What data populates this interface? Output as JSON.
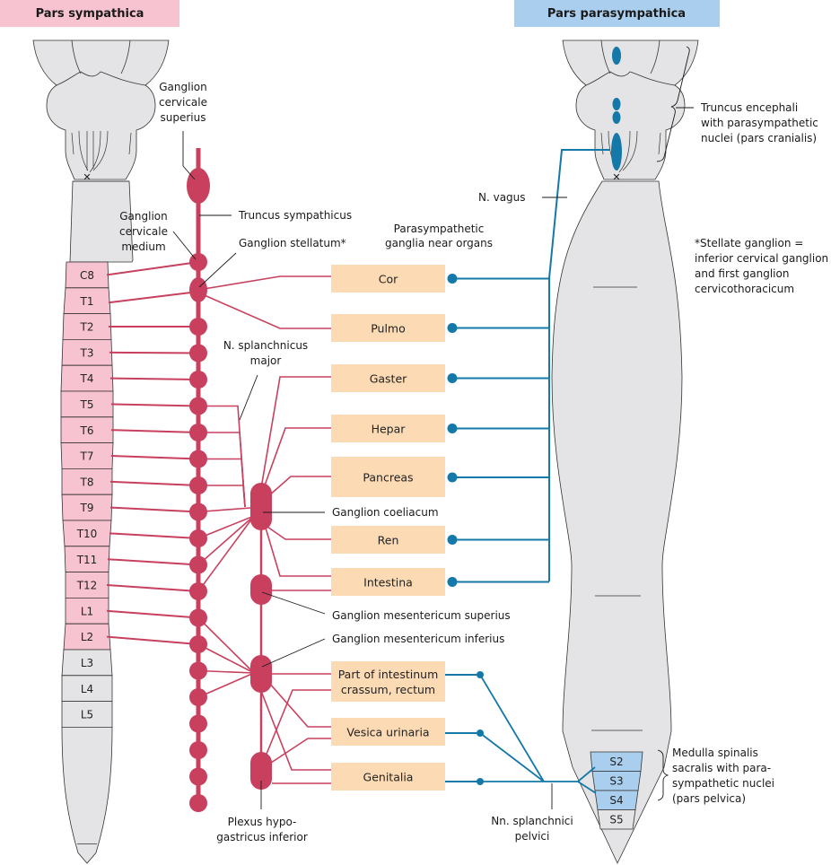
{
  "headers": {
    "sympathetic": "Pars sympathica",
    "parasympathetic": "Pars parasympathica"
  },
  "colors": {
    "sympathetic_header": "#f8c3d0",
    "parasympathetic_header": "#aacfee",
    "sympathetic_fiber": "#c8405e",
    "parasympathetic_fiber": "#1478a8",
    "organ_box": "#fcdab4",
    "cord_grey": "#e4e4e6",
    "segment_pink": "#f8c3d0",
    "segment_blue": "#aacfee"
  },
  "left_cord": {
    "segments": [
      {
        "label": "C8",
        "highlight": true
      },
      {
        "label": "T1",
        "highlight": true
      },
      {
        "label": "T2",
        "highlight": true
      },
      {
        "label": "T3",
        "highlight": true
      },
      {
        "label": "T4",
        "highlight": true
      },
      {
        "label": "T5",
        "highlight": true
      },
      {
        "label": "T6",
        "highlight": true
      },
      {
        "label": "T7",
        "highlight": true
      },
      {
        "label": "T8",
        "highlight": true
      },
      {
        "label": "T9",
        "highlight": true
      },
      {
        "label": "T10",
        "highlight": true
      },
      {
        "label": "T11",
        "highlight": true
      },
      {
        "label": "T12",
        "highlight": true
      },
      {
        "label": "L1",
        "highlight": true
      },
      {
        "label": "L2",
        "highlight": true
      },
      {
        "label": "L3",
        "highlight": false
      },
      {
        "label": "L4",
        "highlight": false
      },
      {
        "label": "L5",
        "highlight": false
      }
    ]
  },
  "right_cord": {
    "segments": [
      {
        "label": "S2",
        "highlight": true
      },
      {
        "label": "S3",
        "highlight": true
      },
      {
        "label": "S4",
        "highlight": true
      },
      {
        "label": "S5",
        "highlight": false
      }
    ]
  },
  "labels": {
    "ganglion_cervicale_superius": [
      "Ganglion",
      "cervicale",
      "superius"
    ],
    "ganglion_cervicale_medium": [
      "Ganglion",
      "cervicale",
      "medium"
    ],
    "truncus_sympathicus": "Truncus sympathicus",
    "ganglion_stellatum": "Ganglion stellatum*",
    "parasympathetic_ganglia": [
      "Parasympathetic",
      "ganglia near organs"
    ],
    "n_splanchnicus_major": [
      "N. splanchnicus",
      "major"
    ],
    "ganglion_coeliacum": "Ganglion coeliacum",
    "ganglion_mesentericum_superius": "Ganglion mesentericum superius",
    "ganglion_mesentericum_inferius": "Ganglion mesentericum inferius",
    "plexus_hypogastricus": [
      "Plexus hypo-",
      "gastricus inferior"
    ],
    "n_vagus": "N. vagus",
    "truncus_encephali": [
      "Truncus encephali",
      "with parasympathetic",
      "nuclei (pars cranialis)"
    ],
    "stellate_note": [
      "*Stellate ganglion =",
      "inferior cervical ganglion",
      "and first ganglion",
      "cervicothoracicum"
    ],
    "medulla_sacralis": [
      "Medulla spinalis",
      "sacralis with para-",
      "sympathetic nuclei",
      "(pars pelvica)"
    ],
    "nn_splanchnici_pelvici": [
      "Nn. splanchnici",
      "pelvici"
    ]
  },
  "organs": [
    {
      "name": "Cor",
      "lines": [
        "Cor"
      ]
    },
    {
      "name": "Pulmo",
      "lines": [
        "Pulmo"
      ]
    },
    {
      "name": "Gaster",
      "lines": [
        "Gaster"
      ]
    },
    {
      "name": "Hepar",
      "lines": [
        "Hepar"
      ]
    },
    {
      "name": "Pancreas",
      "lines": [
        "Pancreas"
      ]
    },
    {
      "name": "Ren",
      "lines": [
        "Ren"
      ]
    },
    {
      "name": "Intestina",
      "lines": [
        "Intestina"
      ]
    },
    {
      "name": "Part of intestinum crassum, rectum",
      "lines": [
        "Part of intestinum",
        "crassum, rectum"
      ]
    },
    {
      "name": "Vesica urinaria",
      "lines": [
        "Vesica urinaria"
      ]
    },
    {
      "name": "Genitalia",
      "lines": [
        "Genitalia"
      ]
    }
  ]
}
